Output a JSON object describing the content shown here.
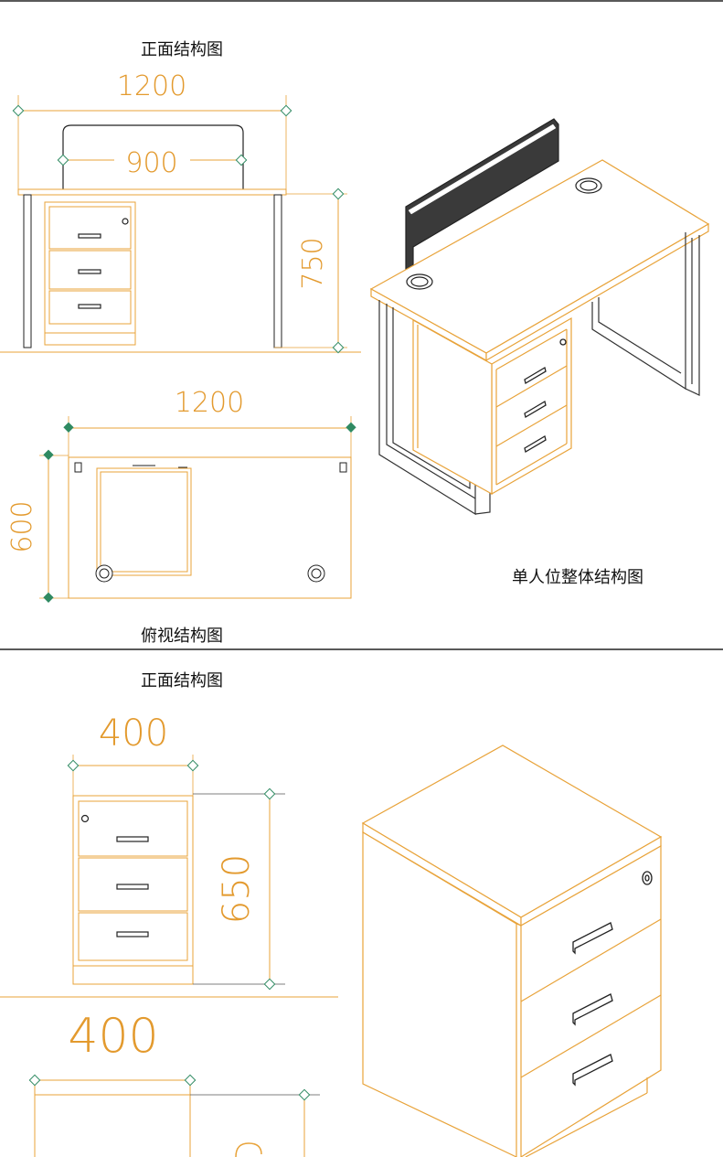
{
  "captions": {
    "front_top": "正面结构图",
    "overall": "单人位整体结构图",
    "top_view": "俯视结构图",
    "front_bottom": "正面结构图"
  },
  "dimensions": {
    "desk_width": "1200",
    "screen_width": "900",
    "desk_height": "750",
    "top_width": "1200",
    "top_depth": "600",
    "cabinet_width": "400",
    "cabinet_height": "650",
    "cabinet_depth_width": "400"
  },
  "colors": {
    "wood": "#e8a33a",
    "dimension": "#e39a2e",
    "marker": "#2f8a62",
    "steel": "#333333",
    "panel": "#3a3a3a"
  }
}
